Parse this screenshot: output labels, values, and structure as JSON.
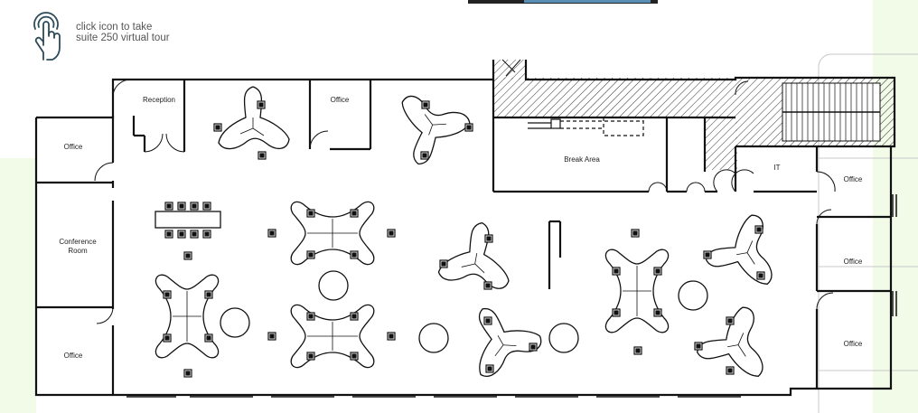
{
  "tour": {
    "icon": "touch-icon",
    "line1": "click icon to take",
    "line2": "suite 250 virtual tour"
  },
  "rooms": {
    "reception": "Reception",
    "office_top": "Office",
    "office_left_top": "Office",
    "conference_line1": "Conference",
    "conference_line2": "Room",
    "office_left_bottom": "Office",
    "break_area": "Break Area",
    "it": "IT",
    "office_right_top": "Office",
    "office_right_mid": "Office",
    "office_right_bottom": "Office"
  },
  "colors": {
    "wall": "#111111",
    "green_bg": "#f1fbe8",
    "icon": "#2b4a5a",
    "hatch": "#333333"
  }
}
